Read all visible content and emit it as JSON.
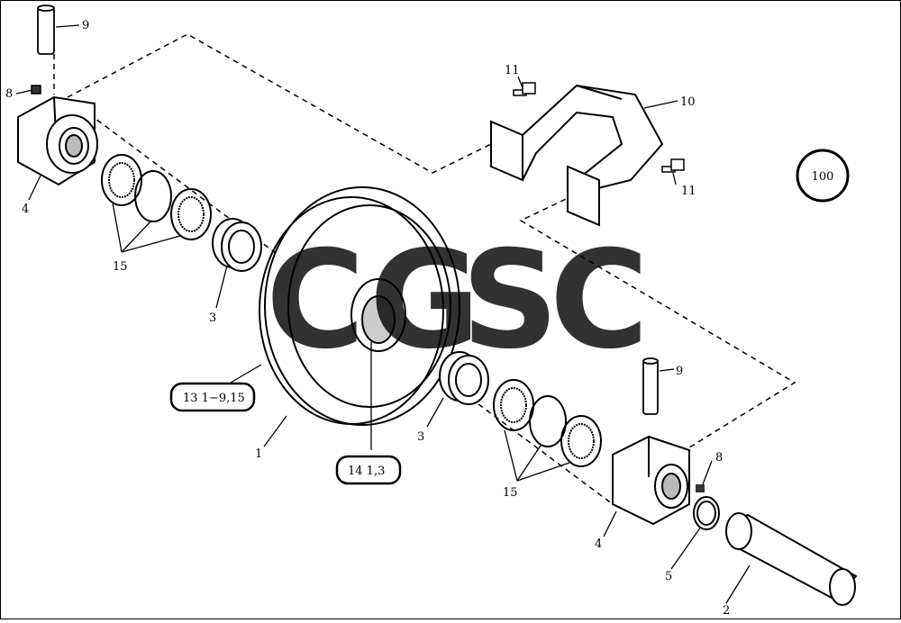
{
  "callouts": {
    "p1": "1",
    "p2": "2",
    "p3a": "3",
    "p3b": "3",
    "p4a": "4",
    "p4b": "4",
    "p5": "5",
    "p8a": "8",
    "p8b": "8",
    "p9a": "9",
    "p9b": "9",
    "p10": "10",
    "p11a": "11",
    "p11b": "11",
    "p15a": "15",
    "p15b": "15"
  },
  "boxes": {
    "ref_13": "13 1−9,15",
    "ref_14": "14 1,3"
  },
  "page_ref": "100",
  "watermark": {
    "letters": [
      "C",
      "G",
      "S",
      "C"
    ],
    "colors": [
      "#5b8ff0",
      "#ef6b6b",
      "#f7d46a",
      "#3aa876"
    ]
  }
}
